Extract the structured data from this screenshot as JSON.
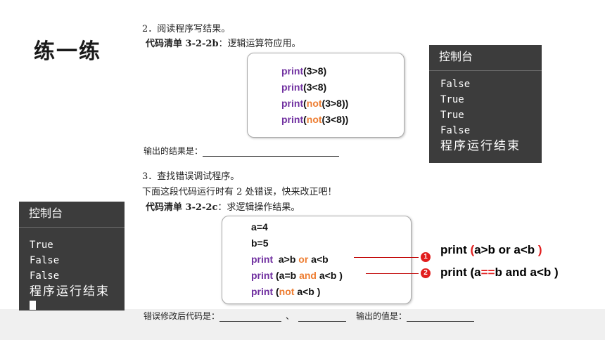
{
  "title": "练一练",
  "q2": {
    "heading": "2．阅读程序写结果。",
    "listing_label": "代码清单 3-2-2b",
    "listing_desc": "：逻辑运算符应用。",
    "code": [
      {
        "pre": "",
        "fn": "print",
        "mid": "(3>8)",
        "op": "",
        "post": ""
      },
      {
        "pre": "",
        "fn": "print",
        "mid": "(3<8)",
        "op": "",
        "post": ""
      },
      {
        "pre": "",
        "fn": "print",
        "mid": "(",
        "op": "not",
        "post": "(3>8))"
      },
      {
        "pre": "",
        "fn": "print",
        "mid": "(",
        "op": "not",
        "post": "(3<8))"
      }
    ],
    "output_prompt": "输出的结果是："
  },
  "q3": {
    "heading": "3．查找错误调试程序。",
    "line1": "下面这段代码运行时有 2 处错误，快来改正吧！",
    "listing_label": "代码清单 3-2-2c",
    "listing_desc": "：求逻辑操作结果。",
    "code_assign": [
      "a=4",
      "b=5"
    ],
    "code": [
      {
        "fn": "print",
        "a": "  a>b ",
        "op": "or",
        "b": " a<b"
      },
      {
        "fn": "print",
        "a": " (a=b ",
        "op": "and",
        "b": " a<b )"
      },
      {
        "fn": "print",
        "a": " (",
        "op": "not",
        "b": " a<b )"
      }
    ],
    "fix_prompt": "错误修改后代码是：",
    "separator": "、",
    "value_prompt": "输出的值是："
  },
  "console_right": {
    "header": "控制台",
    "lines": [
      "False",
      "True",
      "True",
      "False"
    ],
    "end": "程序运行结束"
  },
  "console_left": {
    "header": "控制台",
    "lines": [
      "True",
      "False",
      "False"
    ],
    "end": "程序运行结束"
  },
  "fixes": [
    {
      "num": "1",
      "p1": "print ",
      "r1": "(",
      "p2": "a>b or a<b ",
      "r2": ")",
      "p3": ""
    },
    {
      "num": "2",
      "p1": "print (a",
      "r1": "==",
      "p2": "b and a<b )",
      "r2": "",
      "p3": ""
    }
  ],
  "colors": {
    "print": "#7030a0",
    "operator": "#ed7d31",
    "fix_red": "#e11d1d",
    "console_bg": "#3c3c3c"
  }
}
